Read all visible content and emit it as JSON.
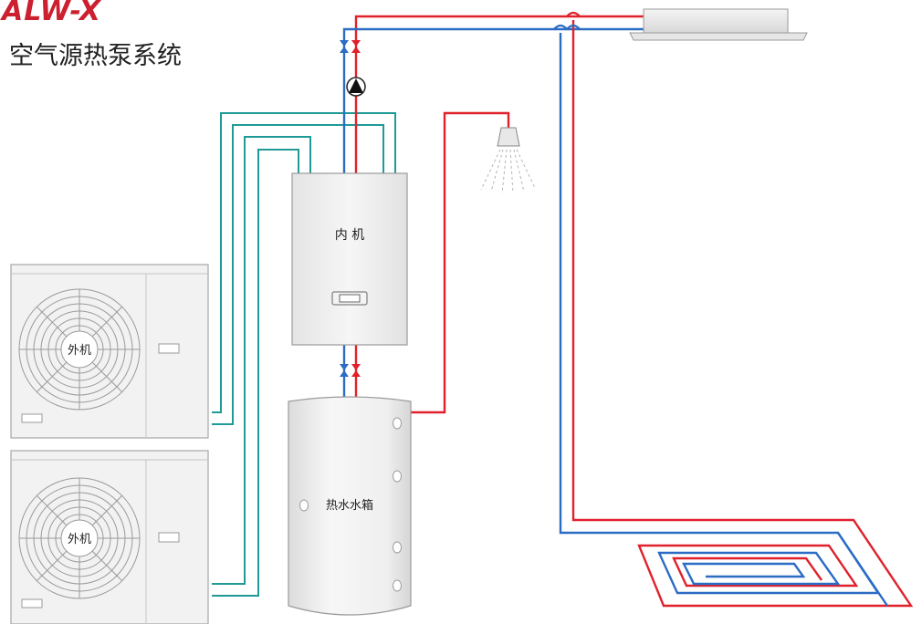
{
  "header": {
    "brand": "ALW-X",
    "subtitle": "空气源热泵系统"
  },
  "components": {
    "indoor_unit": {
      "label": "内 机"
    },
    "outdoor_unit_1": {
      "label": "外机"
    },
    "outdoor_unit_2": {
      "label": "外机"
    },
    "water_tank": {
      "label": "热水水箱"
    }
  },
  "colors": {
    "supply_pipe": "#e0212b",
    "return_pipe": "#2b6cc4",
    "refrigerant_pipe": "#1f9a96",
    "unit_body": "#eeeeee",
    "unit_outline": "#9a9a9a"
  },
  "icons": [
    "pump-icon",
    "valve-icon",
    "shower-icon",
    "fan-icon",
    "control-panel-icon"
  ]
}
